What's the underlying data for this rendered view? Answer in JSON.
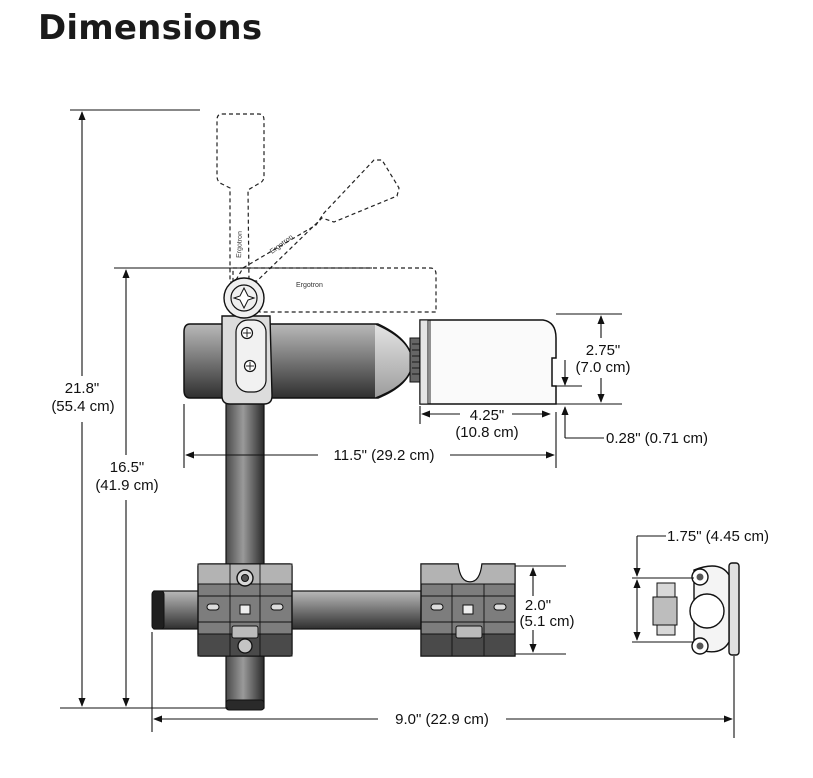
{
  "title": "Dimensions",
  "labels": {
    "height_total_in": "21.8\"",
    "height_total_cm": "(55.4 cm)",
    "height_upright_in": "16.5\"",
    "height_upright_cm": "(41.9 cm)",
    "arm_length": "11.5\" (29.2 cm)",
    "cradle_height_in": "2.75\"",
    "cradle_height_cm": "(7.0 cm)",
    "cradle_width_in": "4.25\"",
    "cradle_width_cm": "(10.8 cm)",
    "lip_depth": "0.28\" (0.71 cm)",
    "clamp_depth": "1.75\" (4.45 cm)",
    "block_height_in": "2.0\"",
    "block_height_cm": "(5.1 cm)",
    "base_length": "9.0\" (22.9 cm)"
  },
  "engraving": "Ergotron"
}
